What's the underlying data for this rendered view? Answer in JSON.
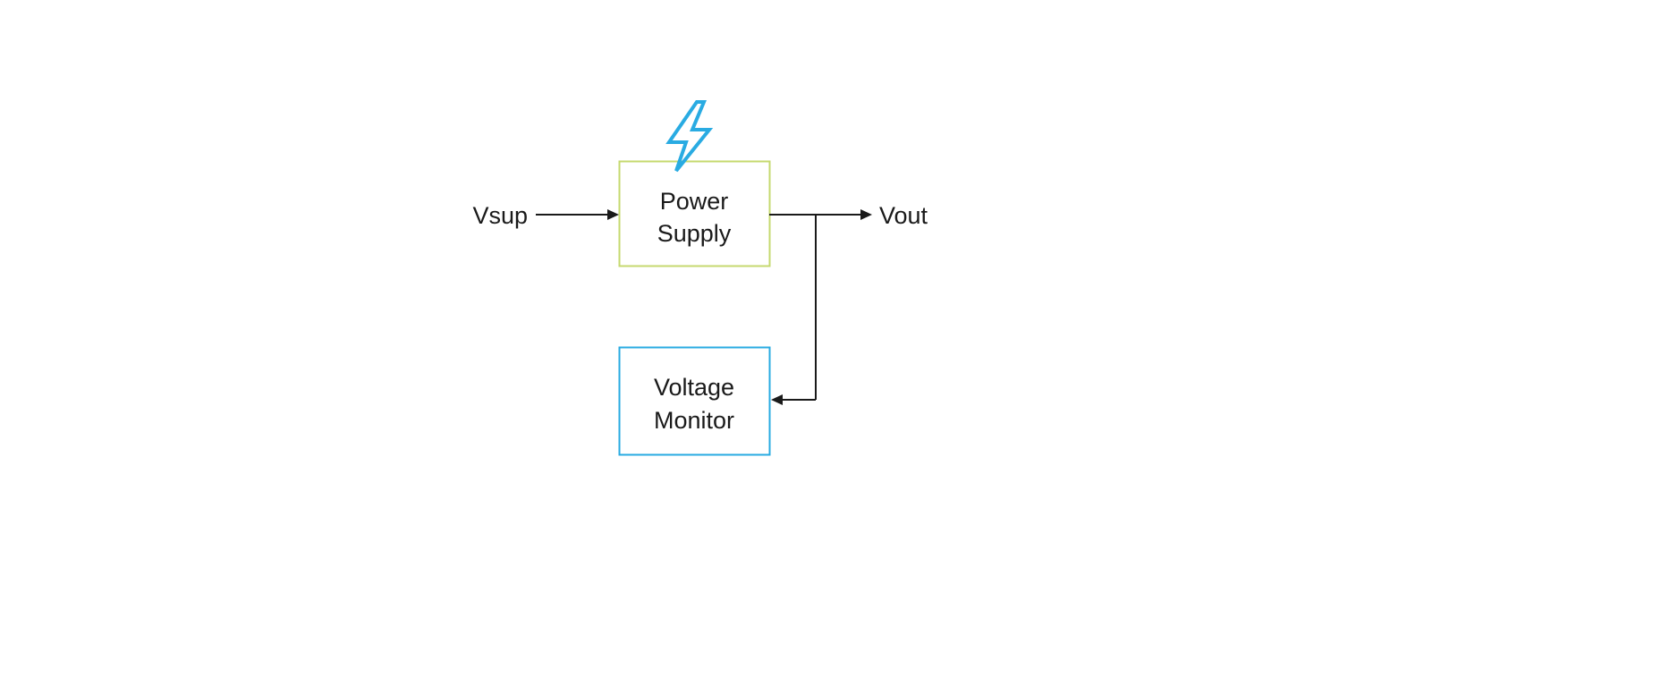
{
  "diagram": {
    "labels": {
      "input": "Vsup",
      "output": "Vout"
    },
    "nodes": {
      "power_supply": {
        "lines": [
          "Power",
          "Supply"
        ]
      },
      "voltage_monitor": {
        "lines": [
          "Voltage",
          "Monitor"
        ]
      }
    },
    "icons": {
      "lightning": "lightning-bolt-icon"
    },
    "colors": {
      "power_supply_border": "#c6d96f",
      "voltage_monitor_border": "#29abe2",
      "lightning": "#29abe2",
      "line": "#1a1a1a",
      "text": "#1a1a1a",
      "background": "#ffffff"
    }
  }
}
